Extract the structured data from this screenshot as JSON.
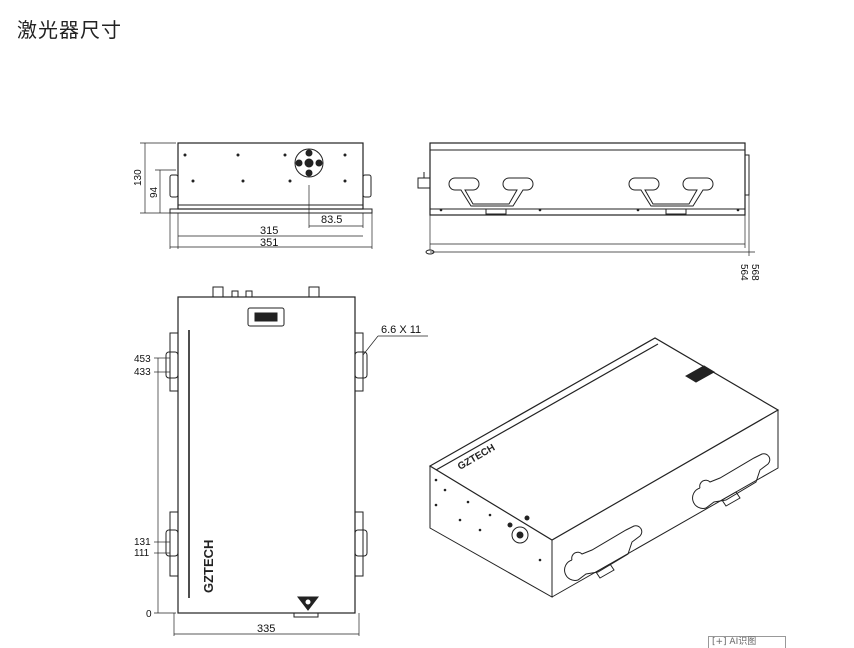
{
  "page": {
    "title": "激光器尺寸"
  },
  "front_view": {
    "height_130": "130",
    "height_94": "94",
    "width_83_5": "83.5",
    "width_315": "315",
    "width_351": "351"
  },
  "side_view": {
    "len_564": "564",
    "len_568": "568"
  },
  "top_view": {
    "y_453": "453",
    "y_433": "433",
    "y_131": "131",
    "y_111": "111",
    "y_0": "0",
    "slot_label": "6.6 X 11",
    "width_335": "335",
    "brand": "GZTECH"
  },
  "iso_view": {
    "brand": "GZTECH"
  },
  "corner_label": "[+] AI识图"
}
